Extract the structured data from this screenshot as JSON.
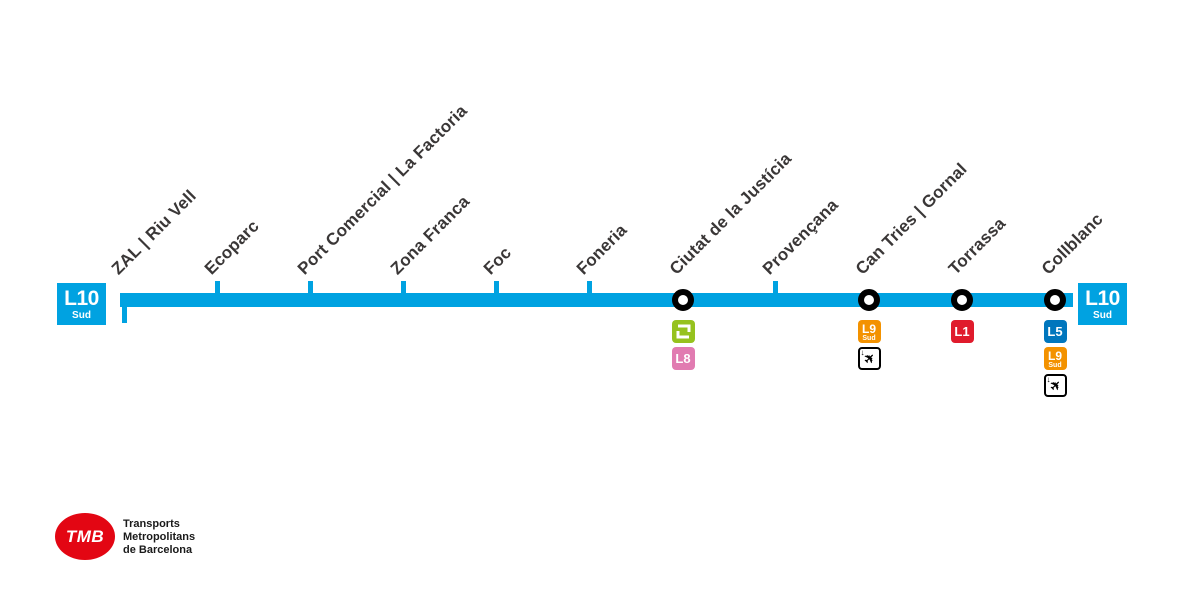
{
  "line": {
    "name": "L10",
    "branch": "Sud",
    "color": "#00a2e1"
  },
  "terminals": {
    "left": {
      "label": "L10",
      "sub": "Sud"
    },
    "right": {
      "label": "L10",
      "sub": "Sud"
    }
  },
  "stations": [
    {
      "name": "ZAL | Riu Vell",
      "type": "terminus-tick",
      "connections": []
    },
    {
      "name": "Ecoparc",
      "type": "tick",
      "connections": []
    },
    {
      "name": "Port Comercial | La Factoria",
      "type": "tick",
      "connections": []
    },
    {
      "name": "Zona Franca",
      "type": "tick",
      "connections": []
    },
    {
      "name": "Foc",
      "type": "tick",
      "connections": []
    },
    {
      "name": "Foneria",
      "type": "tick",
      "connections": []
    },
    {
      "name": "Ciutat de la Justícia",
      "type": "interchange",
      "connections": [
        {
          "kind": "fgc",
          "color": "#96c21e"
        },
        {
          "kind": "metro",
          "label": "L8",
          "color": "#e17bb1"
        }
      ]
    },
    {
      "name": "Provençana",
      "type": "tick",
      "connections": []
    },
    {
      "name": "Can Tries | Gornal",
      "type": "interchange",
      "connections": [
        {
          "kind": "metro",
          "label": "L9",
          "sub": "Sud",
          "color": "#f39200"
        },
        {
          "kind": "airport"
        }
      ]
    },
    {
      "name": "Torrassa",
      "type": "interchange",
      "connections": [
        {
          "kind": "metro",
          "label": "L1",
          "color": "#e01b2c"
        }
      ]
    },
    {
      "name": "Collblanc",
      "type": "interchange",
      "connections": [
        {
          "kind": "metro",
          "label": "L5",
          "color": "#0076bd"
        },
        {
          "kind": "metro",
          "label": "L9",
          "sub": "Sud",
          "color": "#f39200"
        },
        {
          "kind": "airport"
        }
      ]
    }
  ],
  "icons": {
    "airport_glyph": "✈",
    "airport_arrow": "↓",
    "fgc_icon": "fgc-logo"
  },
  "logo": {
    "text": "TMB",
    "color": "#e30613",
    "caption": [
      "Transports",
      "Metropolitans",
      "de Barcelona"
    ]
  }
}
